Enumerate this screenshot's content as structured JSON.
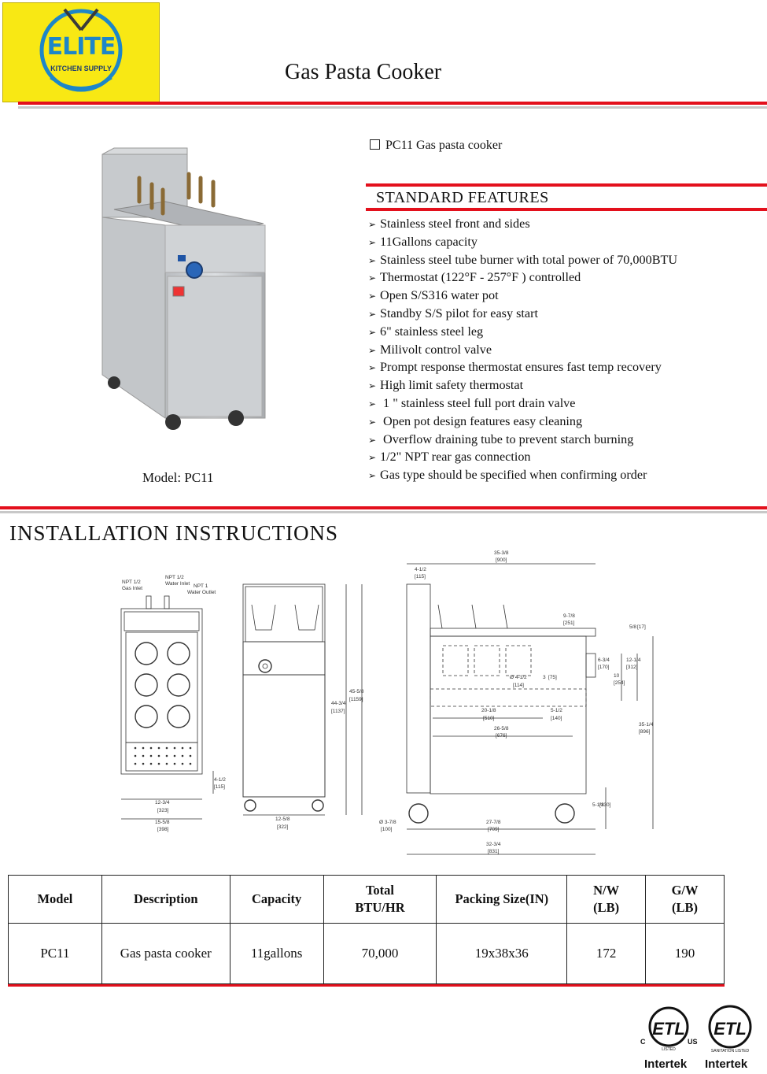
{
  "logo": {
    "brand": "ELITE",
    "sub": "KITCHEN SUPPLY"
  },
  "title": "Gas Pasta Cooker",
  "product_line": "PC11 Gas pasta cooker",
  "features_title": "STANDARD FEATURES",
  "features": [
    "Stainless steel front and sides",
    "11Gallons capacity",
    "Stainless steel tube burner with total power of 70,000BTU",
    "Thermostat (122°F - 257°F ) controlled",
    "Open S/S316 water pot",
    "Standby S/S pilot for easy start",
    "6\" stainless steel leg",
    "Milivolt control valve",
    "Prompt response thermostat ensures fast temp recovery",
    "High limit safety thermostat",
    " 1 \" stainless steel full port drain valve",
    " Open pot design features easy cleaning",
    " Overflow draining tube to prevent starch burning",
    "1/2\" NPT rear gas connection",
    "Gas type should be specified when confirming order"
  ],
  "model_caption": "Model: PC11",
  "install_title": "INSTALLATION INSTRUCTIONS",
  "drawing": {
    "top_labels": {
      "gas_inlet": "NPT 1/2 Gas Inlet",
      "water_inlet": "NPT 1/2 Water Inlet",
      "water_outlet": "NPT 1 Water Outlet"
    },
    "dims": {
      "top_d1": "12-3/4",
      "top_d1b": "[323]",
      "top_d2": "15-5/8",
      "top_d2b": "[398]",
      "top_side": "4-1/2",
      "top_sideb": "[115]",
      "front_w": "12-5/8",
      "front_wb": "[322]",
      "front_h1": "44-3/4",
      "front_h1b": "[1137]",
      "front_h2": "45-5/8",
      "front_h2b": "[1159]",
      "side_top": "35-3/8",
      "side_topb": "[900]",
      "side_back": "4-1/2",
      "side_backb": "[115]",
      "side_a": "9-7/8",
      "side_ab": "[251]",
      "side_b": "5/8",
      "side_bb": "[17]",
      "side_c": "6-3/4",
      "side_cb": "[170]",
      "side_d": "10",
      "side_db": "[254]",
      "side_e": "12-1/4",
      "side_eb": "[312]",
      "side_f": "35-1/4",
      "side_fb": "[896]",
      "side_g": "Ø 4-1/2",
      "side_gb": "[114]",
      "side_h": "3",
      "side_hb": "[75]",
      "side_i": "20-1/8",
      "side_ib": "[510]",
      "side_j": "5-1/2",
      "side_jb": "[140]",
      "side_k": "26-5/8",
      "side_kb": "[676]",
      "side_l": "5-1/8",
      "side_lb": "[130]",
      "side_m": "Ø 3-7/8",
      "side_mb": "[100]",
      "side_n": "27-7/8",
      "side_nb": "[709]",
      "side_o": "32-3/4",
      "side_ob": "[831]"
    }
  },
  "table": {
    "headers": [
      "Model",
      "Description",
      "Capacity",
      "Total\nBTU/HR",
      "Packing Size(IN)",
      "N/W\n(LB)",
      "G/W\n(LB)"
    ],
    "rows": [
      [
        "PC11",
        "Gas pasta cooker",
        "11gallons",
        "70,000",
        "19x38x36",
        "172",
        "190"
      ]
    ]
  },
  "certs": {
    "left": {
      "c": "C",
      "mark": "ETL",
      "listed": "LISTED",
      "us": "US",
      "name": "Intertek"
    },
    "right": {
      "mark": "ETL",
      "listed": "SANITATION LISTED",
      "name": "Intertek"
    }
  }
}
